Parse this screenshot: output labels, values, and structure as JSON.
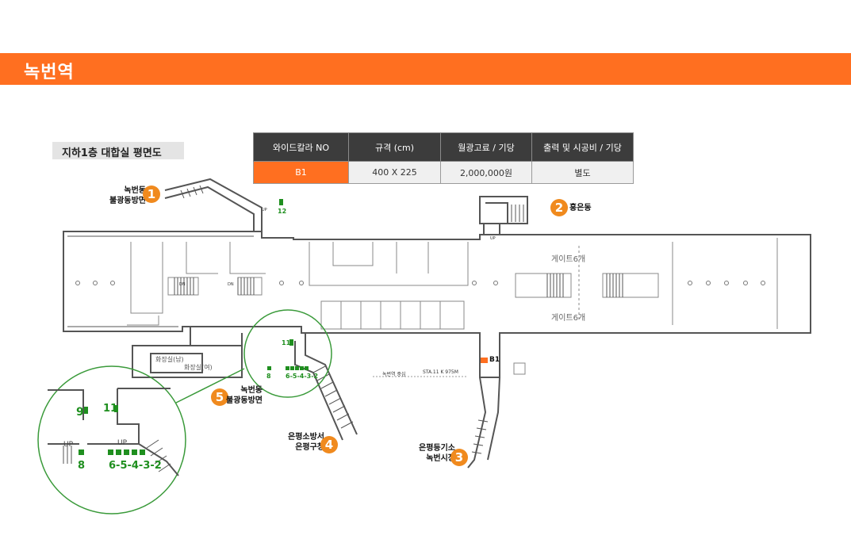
{
  "page": {
    "title": "녹번역"
  },
  "floor_label": "지하1층 대합실 평면도",
  "spec_table": {
    "headers": [
      "와이드칼라 NO",
      "규격 (cm)",
      "월광고료 / 기당",
      "출력 및 시공비 / 기당"
    ],
    "row": [
      "B1",
      "400 X 225",
      "2,000,000원",
      "별도"
    ]
  },
  "map": {
    "exits": [
      {
        "num": "1",
        "label_lines": [
          "녹번동",
          "불광동방면"
        ]
      },
      {
        "num": "2",
        "label_lines": [
          "홍은동"
        ]
      },
      {
        "num": "3",
        "label_lines": [
          "은평등기소",
          "녹번시장"
        ]
      },
      {
        "num": "4",
        "label_lines": [
          "은평소방서",
          "은평구청"
        ]
      },
      {
        "num": "5",
        "label_lines": [
          "녹번동",
          "불광동방면"
        ]
      }
    ],
    "gate_label_top": "게이트6개",
    "gate_label_bottom": "게이트6개",
    "ad_marker": "B1",
    "station_note": "녹번역 중심",
    "sta_note": "STA.11 K 975M",
    "restroom_male": "화장실(남)",
    "restroom_female": "화장실(여)",
    "dn_label": "DN",
    "up_label": "UP",
    "panel_numbers": [
      "12",
      "11",
      "9",
      "8",
      "6",
      "5",
      "4",
      "3",
      "2"
    ],
    "zoom_numbers_row": "6-5-4-3-2",
    "colors": {
      "accent": "#ff6f20",
      "panel_green": "#1f8f1f",
      "zoom_circle": "#3a9a3a",
      "exit_orange": "#f08a1e"
    }
  }
}
